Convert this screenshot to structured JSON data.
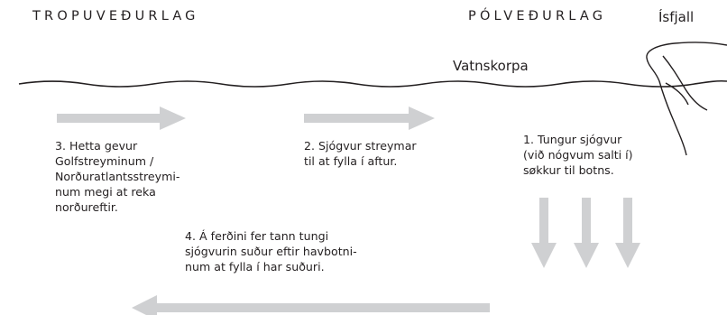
{
  "headings": {
    "tropical": "TROPUVEÐURLAG",
    "polar": "PÓLVEÐURLAG",
    "iceberg": "Ísfjall"
  },
  "surface_label": "Vatnskorpa",
  "steps": {
    "step1": "1. Tungur sjógvur\n(við nógvum salti í)\nsøkkur til botns.",
    "step2": "2. Sjógvur streymar\ntil at fylla í aftur.",
    "step3": "3. Hetta gevur\nGolfstreyminum /\nNorðuratlantsstreymi-\nnum megi at reka\nnorðureftir.",
    "step4": "4. Á ferðini fer tann tungi\nsjógvurin suður eftir havbotni-\nnum at fylla í har suðuri."
  },
  "colors": {
    "arrow": "#cfd0d2",
    "line": "#231f20",
    "text": "#231f20"
  }
}
